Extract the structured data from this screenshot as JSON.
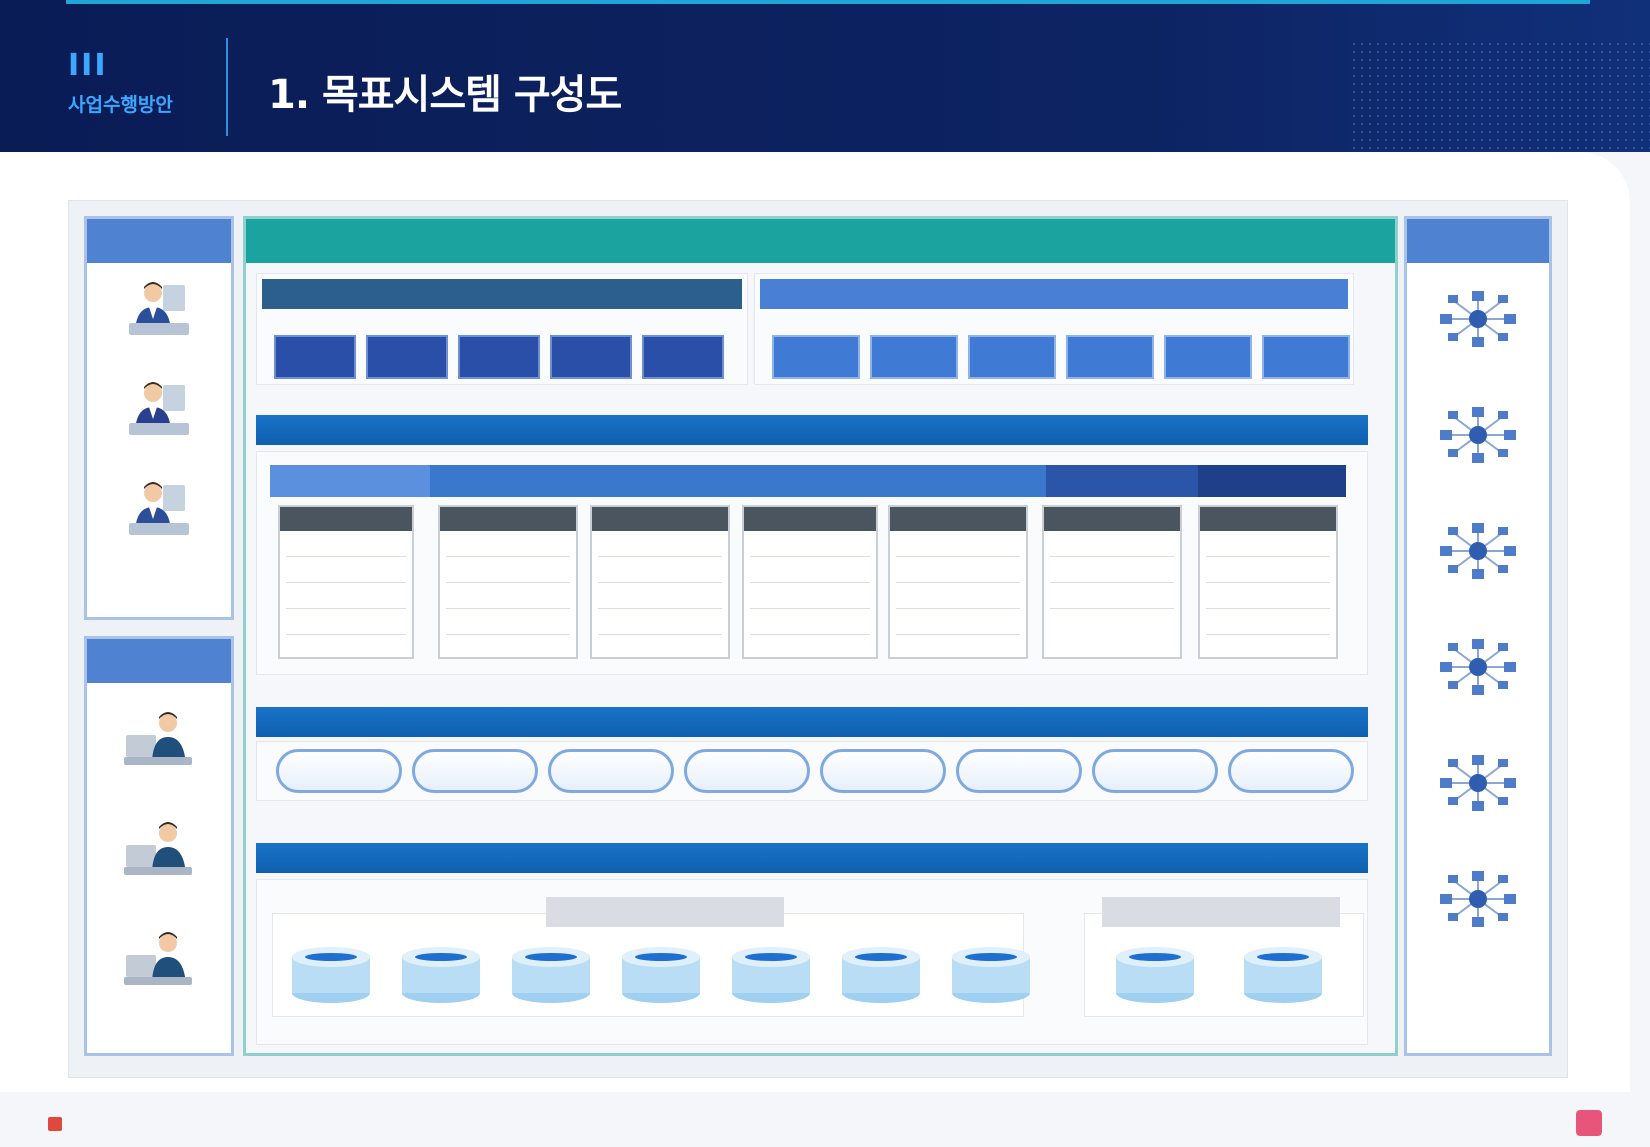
{
  "header": {
    "section_number": "III",
    "section_name": "사업수행방안",
    "title": "1. 목표시스템 구성도",
    "doc_title": ""
  },
  "diagram": {
    "left_users": {
      "title": "",
      "people": [
        {
          "label": ""
        },
        {
          "label": ""
        },
        {
          "label": ""
        }
      ]
    },
    "left_admins": {
      "title": "",
      "people": [
        {
          "label": ""
        },
        {
          "label": ""
        },
        {
          "label": ""
        }
      ]
    },
    "right_systems": {
      "title": "",
      "nodes": [
        {
          "label": ""
        },
        {
          "label": ""
        },
        {
          "label": ""
        },
        {
          "label": ""
        },
        {
          "label": ""
        },
        {
          "label": ""
        }
      ]
    },
    "center_title": "",
    "top_left_group": {
      "title": "",
      "tiles": [
        "",
        "",
        "",
        "",
        ""
      ]
    },
    "top_right_group": {
      "title": "",
      "tiles": [
        "",
        "",
        "",
        "",
        "",
        ""
      ]
    },
    "platform_bar": "",
    "module_header": {
      "segments": [
        "",
        "",
        "",
        ""
      ]
    },
    "module_columns": [
      {
        "title": "",
        "cells": [
          "",
          "",
          "",
          ""
        ]
      },
      {
        "title": "",
        "cells": [
          "",
          "",
          "",
          ""
        ]
      },
      {
        "title": "",
        "cells": [
          "",
          "",
          "",
          ""
        ]
      },
      {
        "title": "",
        "cells": [
          "",
          "",
          "",
          ""
        ]
      },
      {
        "title": "",
        "cells": [
          "",
          "",
          "",
          ""
        ]
      },
      {
        "title": "",
        "cells": [
          "",
          "",
          ""
        ]
      },
      {
        "title": "",
        "cells": [
          "",
          "",
          "",
          ""
        ]
      }
    ],
    "common_bar": "",
    "common_pills": [
      "",
      "",
      "",
      "",
      "",
      "",
      "",
      ""
    ],
    "data_bar": "",
    "db_left_title": "",
    "db_left": [
      "",
      "",
      "",
      "",
      "",
      "",
      ""
    ],
    "db_right_title": "",
    "db_right": [
      "",
      ""
    ]
  },
  "footer": {
    "left_logo": "",
    "page_number": "",
    "right_logo": ""
  },
  "colors": {
    "header_bg": "#0b1f5c",
    "accent_teal": "#1aa39f",
    "accent_blue": "#4f83d1",
    "dark_blue": "#244fa3",
    "bar_blue": "#0f66b8"
  }
}
